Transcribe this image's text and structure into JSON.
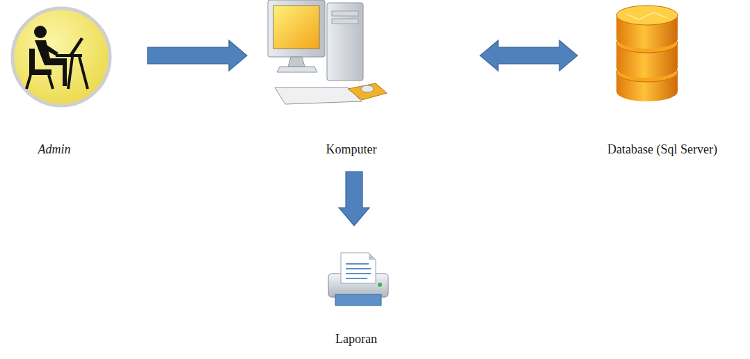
{
  "diagram": {
    "nodes": [
      {
        "text": [
          "Admin"
        ]
      },
      {
        "text": [
          "Komputer"
        ]
      },
      {
        "text": [
          "Database (Sql Server)"
        ]
      },
      {
        "text": [
          "Laporan"
        ]
      }
    ],
    "edges": [
      {
        "from": 0,
        "to": 1,
        "arrow": "to"
      },
      {
        "from": 1,
        "to": 2,
        "arrow": "both"
      },
      {
        "from": 1,
        "to": 3,
        "arrow": "to"
      }
    ]
  }
}
